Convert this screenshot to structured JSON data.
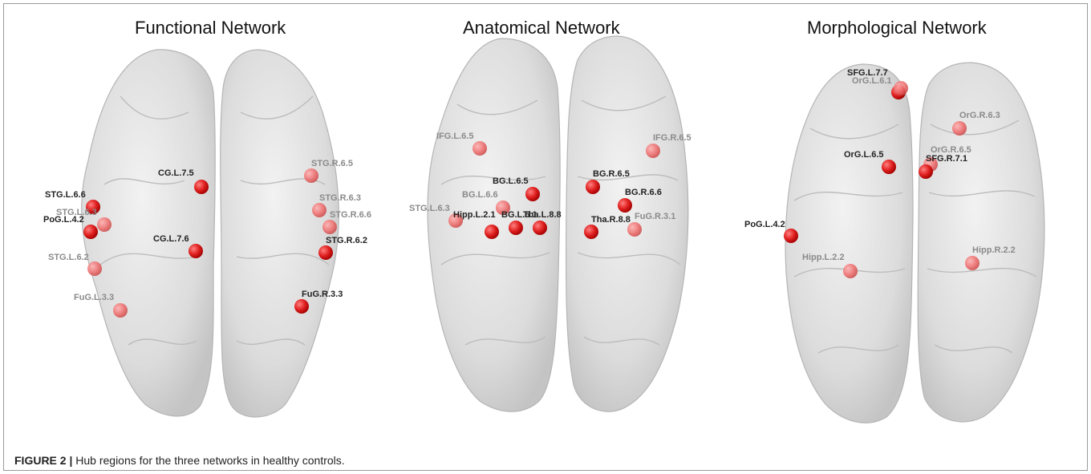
{
  "panels": [
    {
      "title": "Functional  Network",
      "hubs": [
        "CG.L.7.5",
        "STG.L.6.6",
        "STG.L.6.3",
        "PoG.L.4.2",
        "CG.L.7.6",
        "STG.L.6.2",
        "FuG.L.3.3",
        "STG.R.6.5",
        "STG.R.6.3",
        "STG.R.6.6",
        "STG.R.6.2",
        "FuG.R.3.3"
      ]
    },
    {
      "title": "Anatomical   Network",
      "hubs": [
        "IFG.L.6.5",
        "BG.L.6.5",
        "BG.L.6.6",
        "STG.L.6.3",
        "Hipp.L.2.1",
        "BG.L.6.1",
        "Tha.L.8.8",
        "IFG.R.6.5",
        "BG.R.6.5",
        "BG.R.6.6",
        "Tha.R.8.8",
        "FuG.R.3.1"
      ]
    },
    {
      "title": "Morphological  Network",
      "hubs": [
        "SFG.L.7.7",
        "OrG.L.6.1",
        "OrG.R.6.3",
        "OrG.L.6.5",
        "OrG.R.6.5",
        "SFG.R.7.1",
        "PoG.L.4.2",
        "Hipp.L.2.2",
        "Hipp.R.2.2"
      ]
    }
  ],
  "colors": {
    "node": "#e02020",
    "node_dark": "#b00000",
    "brain": "#d9d9d9",
    "brain_edge": "#b8b8b8"
  },
  "caption": {
    "figure": "FIGURE 2 |",
    "text": " Hub regions for the three networks in healthy controls."
  }
}
